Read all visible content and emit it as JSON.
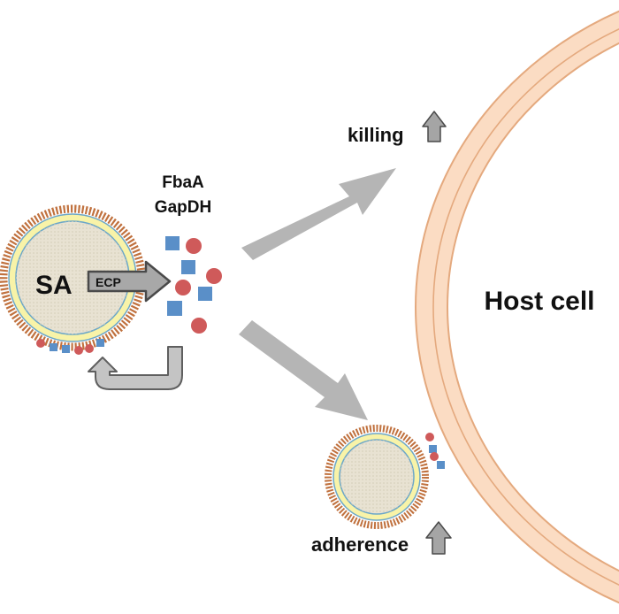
{
  "labels": {
    "bacterium": "SA",
    "ecp": "ECP",
    "protein1": "FbaA",
    "protein2": "GapDH",
    "host": "Host cell",
    "killing": "killing",
    "adherence": "adherence"
  },
  "colors": {
    "host_membrane": "#F9D3B5",
    "host_outline": "#E4A97E",
    "cell_wall_dots": "#C0713E",
    "cytoplasm": "#E8E2D2",
    "inner_ring": "#F8F3A8",
    "inner_line": "#6CA7C8",
    "protein_square": "#5A8FC8",
    "protein_circle": "#CF5A5A",
    "arrow_gray": "#B5B5B5",
    "arrow_dark_outline": "#5F5F5F",
    "up_arrow": "#A5A5A5"
  },
  "icons": {
    "up_arrow": "up-arrow-icon",
    "pathway_arrow": "gray-arrow"
  }
}
